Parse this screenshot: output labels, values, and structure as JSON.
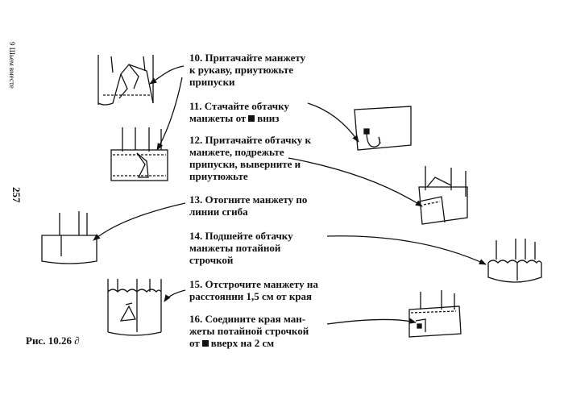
{
  "page": {
    "side_header": "9 Шьем вместе",
    "page_number": "257",
    "caption": "Рис. 10.26 ∂"
  },
  "steps": [
    {
      "num": "10.",
      "lines": [
        "Притачайте манжету",
        "к рукаву, приутюжьте",
        "припуски"
      ]
    },
    {
      "num": "11.",
      "lines": [
        "Стачайте обтачку",
        "манжеты от",
        "вниз"
      ]
    },
    {
      "num": "12.",
      "lines": [
        "Притачайте обтачку к",
        "манжете, подрежьте",
        "припуски, выверните и",
        "приутюжьте"
      ]
    },
    {
      "num": "13.",
      "lines": [
        "Отогните манжету по",
        "линии сгиба"
      ]
    },
    {
      "num": "14.",
      "lines": [
        "Подшейте обтачку",
        "манжеты потайной",
        "строчкой"
      ]
    },
    {
      "num": "15.",
      "lines": [
        "Отстрочите манжету на",
        "расстоянии 1,5 см от края"
      ]
    },
    {
      "num": "16.",
      "lines": [
        "Соедините края ман-",
        "жеты потайной строчкой",
        "от",
        "вверх на 2 см"
      ]
    }
  ],
  "icons": {
    "marker": "black-square-icon"
  }
}
